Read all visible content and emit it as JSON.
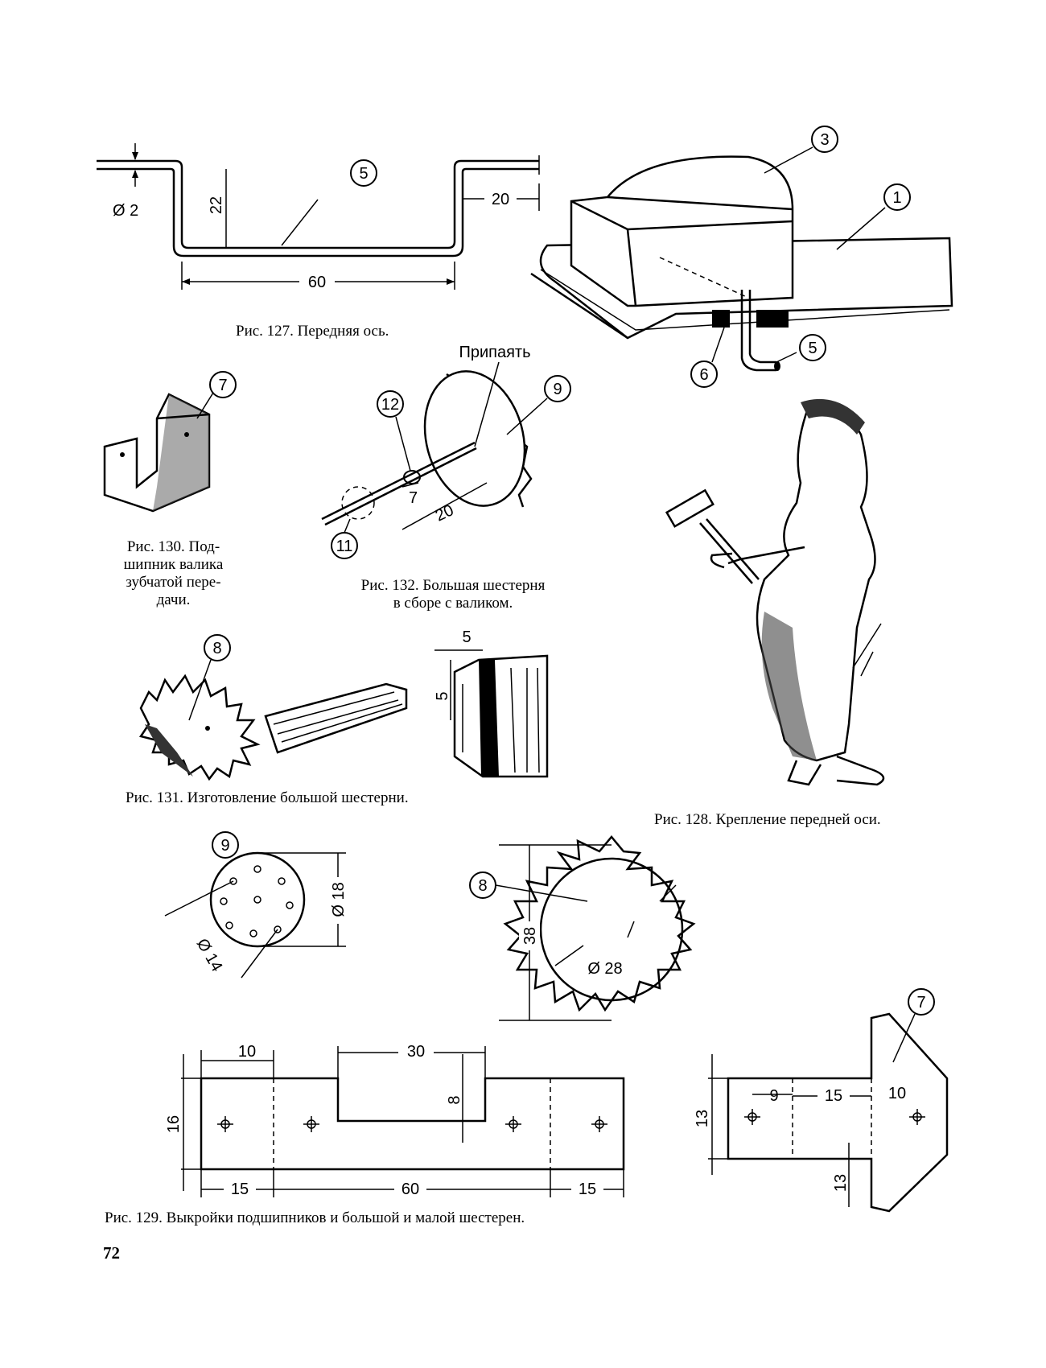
{
  "page_number": "72",
  "captions": {
    "fig127": "Рис. 127. Передняя ось.",
    "fig128": "Рис. 128. Крепление передней оси.",
    "fig129": "Рис. 129. Выкройки подшипников и большой и малой шестерен.",
    "fig130_l1": "Рис. 130. Под-",
    "fig130_l2": "шипник валика",
    "fig130_l3": "зубчатой пере-",
    "fig130_l4": "дачи.",
    "fig131": "Рис. 131. Изготовление большой шестерни.",
    "fig132_l1": "Рис. 132. Большая шестерня",
    "fig132_l2": "в сборе с валиком."
  },
  "fig127": {
    "part_number": "5",
    "dim_diameter": "Ø 2",
    "dim_height": "22",
    "dim_end": "20",
    "dim_length": "60"
  },
  "fig128": {
    "callouts": [
      "3",
      "1",
      "5",
      "6"
    ]
  },
  "fig130": {
    "part_number": "7"
  },
  "fig132": {
    "note": "Припаять",
    "callouts": [
      "12",
      "9",
      "11"
    ],
    "dim_a": "7",
    "dim_b": "20"
  },
  "fig131": {
    "part_number": "8",
    "dim_width": "5",
    "dim_depth": "5"
  },
  "fig129_small_gear": {
    "part_number": "9",
    "dim_outer": "Ø 18",
    "dim_holes": "Ø 14"
  },
  "fig129_big_gear": {
    "part_number": "8",
    "dim_total": "38",
    "dim_inner": "Ø 28"
  },
  "fig129_strip": {
    "dim_10": "10",
    "dim_30": "30",
    "dim_8": "8",
    "dim_16": "16",
    "dim_15a": "15",
    "dim_60": "60",
    "dim_15b": "15"
  },
  "fig129_bearing": {
    "part_number": "7",
    "dim_13a": "13",
    "dim_9": "9",
    "dim_15": "15",
    "dim_10": "10",
    "dim_13b": "13"
  }
}
